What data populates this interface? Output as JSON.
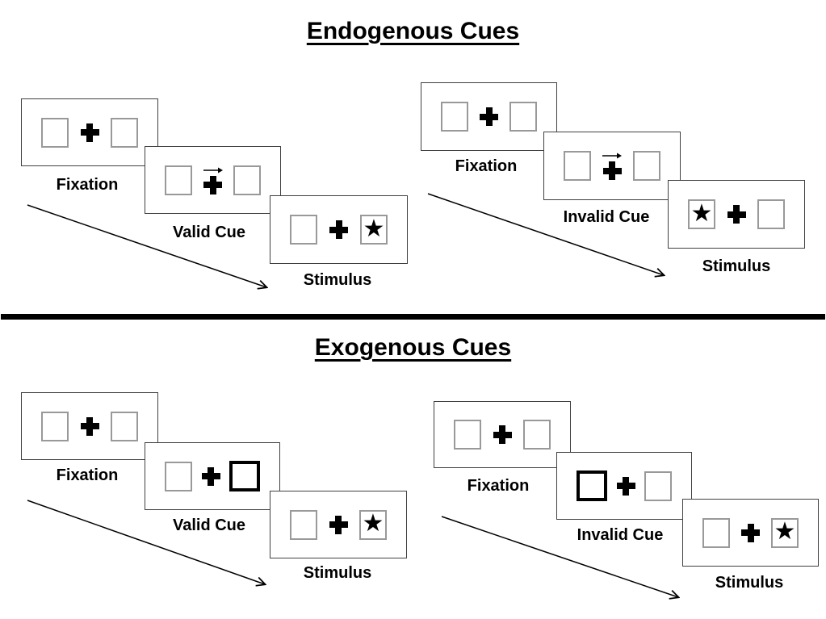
{
  "glyphs": {
    "star": "★"
  },
  "colors": {
    "background": "#ffffff",
    "panel_border": "#404040",
    "box_border": "#999999",
    "cue_box_border": "#000000",
    "divider": "#000000",
    "text": "#000000"
  },
  "sections": [
    {
      "title": "Endogenous Cues",
      "sequences": [
        {
          "name": "valid",
          "panels": [
            {
              "label": "Fixation",
              "cue": "none",
              "star": "none"
            },
            {
              "label": "Valid Cue",
              "cue": "arrow-right",
              "star": "none"
            },
            {
              "label": "Stimulus",
              "cue": "none",
              "star": "right"
            }
          ]
        },
        {
          "name": "invalid",
          "panels": [
            {
              "label": "Fixation",
              "cue": "none",
              "star": "none"
            },
            {
              "label": "Invalid Cue",
              "cue": "arrow-right",
              "star": "none"
            },
            {
              "label": "Stimulus",
              "cue": "none",
              "star": "left"
            }
          ]
        }
      ]
    },
    {
      "title": "Exogenous Cues",
      "sequences": [
        {
          "name": "valid",
          "panels": [
            {
              "label": "Fixation",
              "cue": "none",
              "star": "none"
            },
            {
              "label": "Valid Cue",
              "cue": "thick-right",
              "star": "none"
            },
            {
              "label": "Stimulus",
              "cue": "none",
              "star": "right"
            }
          ]
        },
        {
          "name": "invalid",
          "panels": [
            {
              "label": "Fixation",
              "cue": "none",
              "star": "none"
            },
            {
              "label": "Invalid Cue",
              "cue": "thick-left",
              "star": "none"
            },
            {
              "label": "Stimulus",
              "cue": "none",
              "star": "right"
            }
          ]
        }
      ]
    }
  ]
}
